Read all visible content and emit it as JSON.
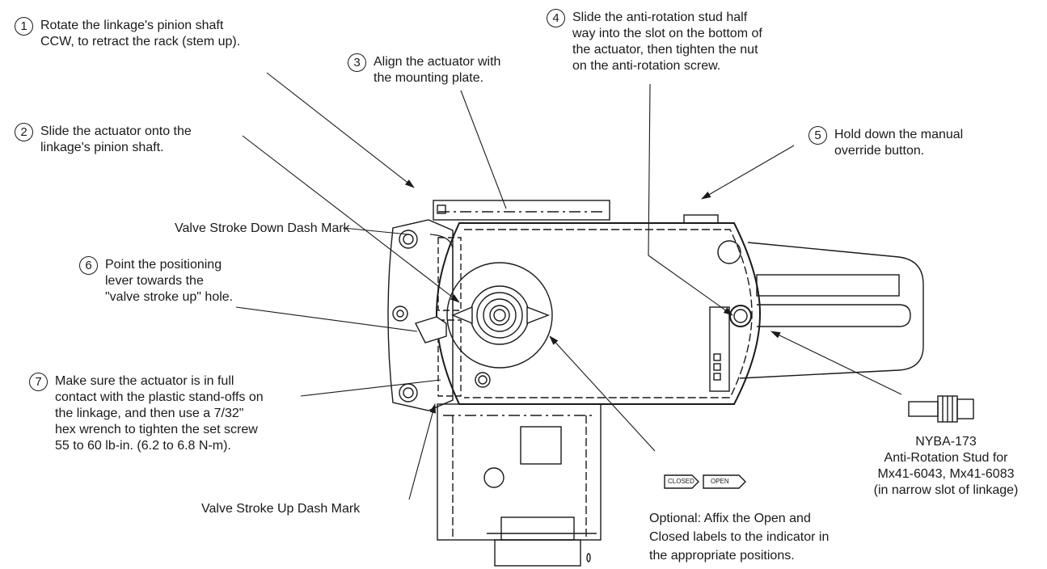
{
  "steps": [
    {
      "num": "1",
      "text": "Rotate the linkage's pinion shaft\nCCW, to retract the rack (stem up)."
    },
    {
      "num": "2",
      "text": "Slide the actuator onto the\nlinkage's pinion shaft."
    },
    {
      "num": "3",
      "text": "Align the actuator with\nthe mounting plate."
    },
    {
      "num": "4",
      "text": "Slide the anti-rotation stud half\nway into the slot on the bottom of\nthe actuator, then tighten the nut\non the anti-rotation screw."
    },
    {
      "num": "5",
      "text": "Hold down the manual\noverride button."
    },
    {
      "num": "6",
      "text": "Point the positioning\nlever towards the\n\"valve stroke up\" hole."
    },
    {
      "num": "7",
      "text": "Make sure the actuator is in full\ncontact with the plastic stand-offs on\nthe linkage, and then use a 7/32\"\nhex wrench to tighten the set screw\n55 to 60 lb-in. (6.2 to 6.8 N-m)."
    }
  ],
  "labels": {
    "stroke_down": "Valve Stroke Down Dash Mark",
    "stroke_up": "Valve Stroke Up Dash Mark",
    "part_number": "NYBA-173",
    "part_line1": "Anti-Rotation Stud for",
    "part_line2": "Mx41-6043, Mx41-6083",
    "part_line3": "(in narrow slot of linkage)",
    "optional_1": "Optional: Affix the Open and",
    "optional_2": "Closed labels to the indicator in",
    "optional_3": "the appropriate positions.",
    "closed_tag": "CLOSED",
    "open_tag": "OPEN"
  }
}
